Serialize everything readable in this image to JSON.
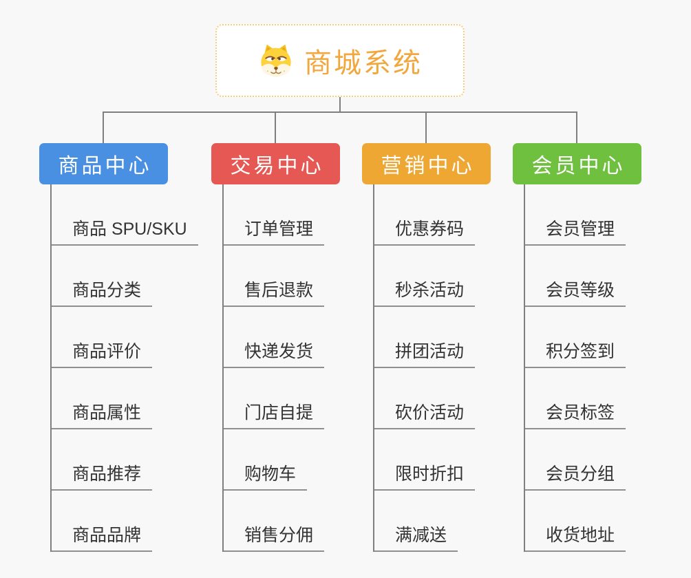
{
  "root": {
    "title": "商城系统",
    "icon": "dog-icon"
  },
  "branches": [
    {
      "label": "商品中心",
      "color": "#4a90e2",
      "children": [
        "商品 SPU/SKU",
        "商品分类",
        "商品评价",
        "商品属性",
        "商品推荐",
        "商品品牌"
      ]
    },
    {
      "label": "交易中心",
      "color": "#e65853",
      "children": [
        "订单管理",
        "售后退款",
        "快递发货",
        "门店自提",
        "购物车",
        "销售分佣"
      ]
    },
    {
      "label": "营销中心",
      "color": "#efa733",
      "children": [
        "优惠券码",
        "秒杀活动",
        "拼团活动",
        "砍价活动",
        "限时折扣",
        "满减送"
      ]
    },
    {
      "label": "会员中心",
      "color": "#70c040",
      "children": [
        "会员管理",
        "会员等级",
        "积分签到",
        "会员标签",
        "会员分组",
        "收货地址"
      ]
    }
  ],
  "colors": {
    "background": "#f8f8f8",
    "connector": "#7f7f7f",
    "underline": "#8f8f8f",
    "item_text": "#333333",
    "root_border": "#f8cd80",
    "root_text": "#f2a73d"
  }
}
